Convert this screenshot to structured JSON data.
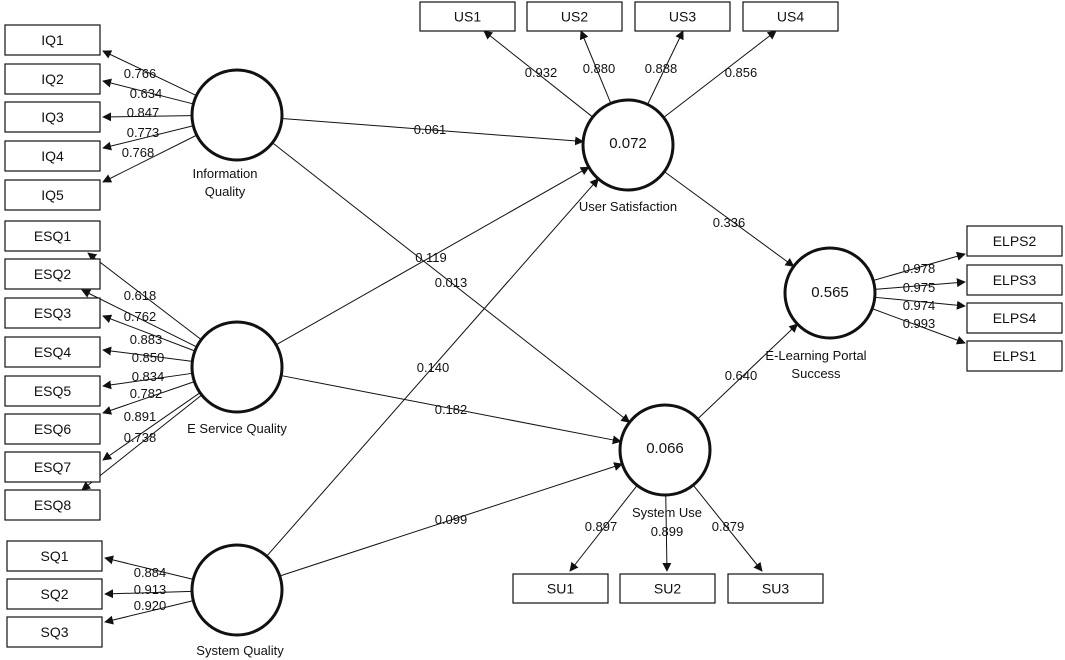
{
  "constructs": [
    {
      "id": "IQ",
      "name_lines": [
        "Information",
        "Quality"
      ],
      "r2": ""
    },
    {
      "id": "ESQ",
      "name_lines": [
        "E Service Quality"
      ],
      "r2": ""
    },
    {
      "id": "SQ",
      "name_lines": [
        "System Quality"
      ],
      "r2": ""
    },
    {
      "id": "US",
      "name_lines": [
        "User Satisfaction"
      ],
      "r2": "0.072"
    },
    {
      "id": "SU",
      "name_lines": [
        "System Use"
      ],
      "r2": "0.066"
    },
    {
      "id": "ELPS",
      "name_lines": [
        "E-Learning Portal",
        "Success"
      ],
      "r2": "0.565"
    }
  ],
  "indicators": [
    {
      "label": "IQ1",
      "construct": "IQ",
      "loading": "0.766"
    },
    {
      "label": "IQ2",
      "construct": "IQ",
      "loading": "0.634"
    },
    {
      "label": "IQ3",
      "construct": "IQ",
      "loading": "0.847"
    },
    {
      "label": "IQ4",
      "construct": "IQ",
      "loading": "0.773"
    },
    {
      "label": "IQ5",
      "construct": "IQ",
      "loading": "0.768"
    },
    {
      "label": "ESQ1",
      "construct": "ESQ",
      "loading": "0.618"
    },
    {
      "label": "ESQ2",
      "construct": "ESQ",
      "loading": "0.762"
    },
    {
      "label": "ESQ3",
      "construct": "ESQ",
      "loading": "0.883"
    },
    {
      "label": "ESQ4",
      "construct": "ESQ",
      "loading": "0.850"
    },
    {
      "label": "ESQ5",
      "construct": "ESQ",
      "loading": "0.834"
    },
    {
      "label": "ESQ6",
      "construct": "ESQ",
      "loading": "0.782"
    },
    {
      "label": "ESQ7",
      "construct": "ESQ",
      "loading": "0.891"
    },
    {
      "label": "ESQ8",
      "construct": "ESQ",
      "loading": "0.738"
    },
    {
      "label": "SQ1",
      "construct": "SQ",
      "loading": "0.884"
    },
    {
      "label": "SQ2",
      "construct": "SQ",
      "loading": "0.913"
    },
    {
      "label": "SQ3",
      "construct": "SQ",
      "loading": "0.920"
    },
    {
      "label": "US1",
      "construct": "US",
      "loading": "0.932"
    },
    {
      "label": "US2",
      "construct": "US",
      "loading": "0.880"
    },
    {
      "label": "US3",
      "construct": "US",
      "loading": "0.888"
    },
    {
      "label": "US4",
      "construct": "US",
      "loading": "0.856"
    },
    {
      "label": "SU1",
      "construct": "SU",
      "loading": "0.897"
    },
    {
      "label": "SU2",
      "construct": "SU",
      "loading": "0.899"
    },
    {
      "label": "SU3",
      "construct": "SU",
      "loading": "0.879"
    },
    {
      "label": "ELPS2",
      "construct": "ELPS",
      "loading": "0.978"
    },
    {
      "label": "ELPS3",
      "construct": "ELPS",
      "loading": "0.975"
    },
    {
      "label": "ELPS4",
      "construct": "ELPS",
      "loading": "0.974"
    },
    {
      "label": "ELPS1",
      "construct": "ELPS",
      "loading": "0.993"
    }
  ],
  "paths": [
    {
      "from": "IQ",
      "to": "US",
      "coef": "0.061"
    },
    {
      "from": "IQ",
      "to": "SU",
      "coef": "0.013"
    },
    {
      "from": "ESQ",
      "to": "US",
      "coef": "0.119"
    },
    {
      "from": "ESQ",
      "to": "SU",
      "coef": "0.182"
    },
    {
      "from": "SQ",
      "to": "US",
      "coef": "0.140"
    },
    {
      "from": "SQ",
      "to": "SU",
      "coef": "0.099"
    },
    {
      "from": "US",
      "to": "ELPS",
      "coef": "0.336"
    },
    {
      "from": "SU",
      "to": "ELPS",
      "coef": "0.640"
    }
  ]
}
